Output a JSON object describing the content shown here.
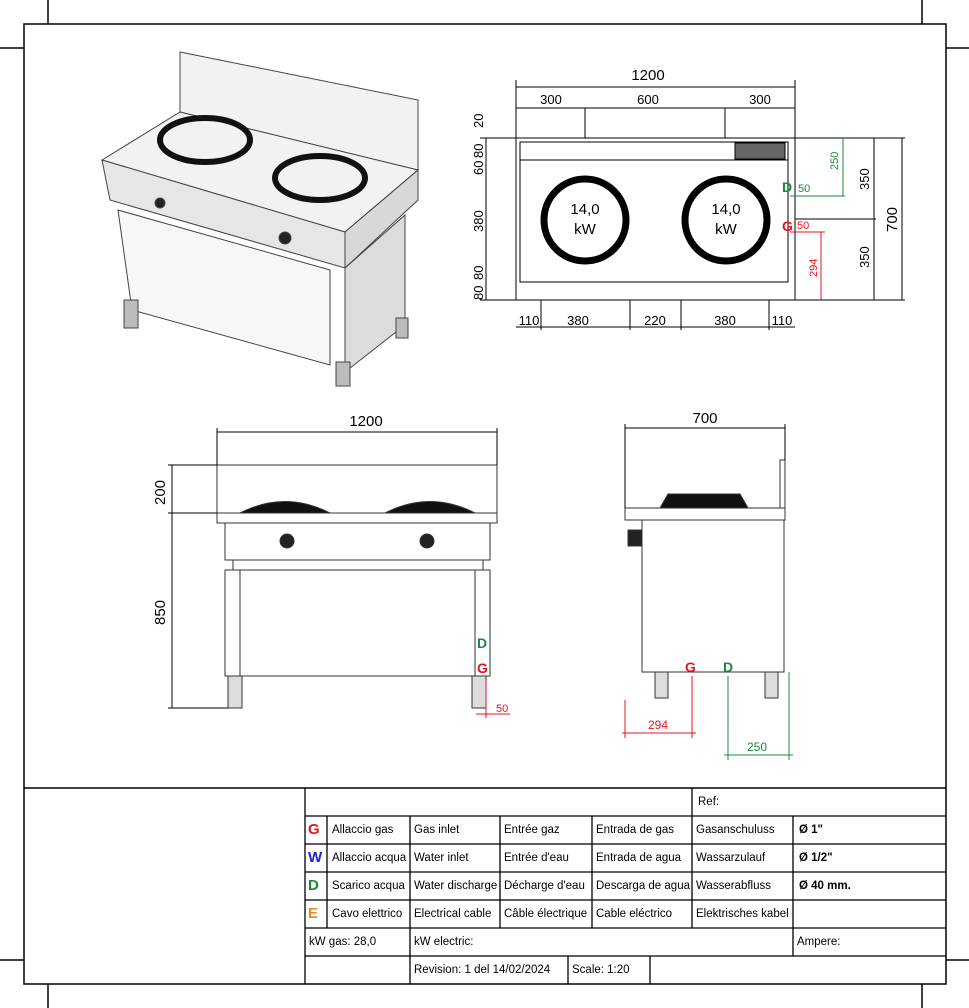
{
  "drawing": {
    "top_view": {
      "width_total": "1200",
      "top_segments": [
        "300",
        "600",
        "300"
      ],
      "bottom_segments": [
        "110",
        "380",
        "220",
        "380",
        "110"
      ],
      "left_segments": [
        "20",
        "80",
        "60",
        "380",
        "80",
        "80"
      ],
      "right_depth": "700",
      "right_halves": [
        "350",
        "350"
      ],
      "burner_label": [
        "14,0",
        "kW"
      ],
      "drain_label": "D",
      "drain_offset": "50",
      "drain_depth": "250",
      "gas_label": "G",
      "gas_offset": "50",
      "gas_depth": "294"
    },
    "front_view": {
      "width": "1200",
      "backsplash_height": "200",
      "body_height": "850",
      "drain_label": "D",
      "gas_label": "G",
      "offset": "50"
    },
    "side_view": {
      "depth": "700",
      "gas_label": "G",
      "drain_label": "D",
      "gas_depth": "294",
      "drain_depth": "250"
    },
    "colors": {
      "gas": "#e8141c",
      "water": "#1a22d6",
      "drain": "#1a8a3a",
      "electric": "#f08a1c"
    }
  },
  "title_block": {
    "ref_label": "Ref:",
    "rows": [
      {
        "symbol": "G",
        "color": "#e8141c",
        "it": "Allaccio gas",
        "en": "Gas inlet",
        "fr": "Entrée gaz",
        "es": "Entrada de gas",
        "de": "Gasanschuluss",
        "size": "Ø 1\""
      },
      {
        "symbol": "W",
        "color": "#1a22d6",
        "it": "Allaccio acqua",
        "en": "Water inlet",
        "fr": "Entrée d'eau",
        "es": "Entrada de agua",
        "de": "Wassarzulauf",
        "size": "Ø 1/2\""
      },
      {
        "symbol": "D",
        "color": "#1a8a3a",
        "it": "Scarico acqua",
        "en": "Water discharge",
        "fr": "Décharge d'eau",
        "es": "Descarga de agua",
        "de": "Wasserabfluss",
        "size": "Ø 40 mm."
      },
      {
        "symbol": "E",
        "color": "#f08a1c",
        "it": "Cavo elettrico",
        "en": "Electrical cable",
        "fr": "Câble électrique",
        "es": "Cable eléctrico",
        "de": "Elektrisches kabel",
        "size": ""
      }
    ],
    "kw_gas": "kW gas: 28,0",
    "kw_electric": "kW electric:",
    "ampere": "Ampere:",
    "revision": "Revision:  1   del  14/02/2024",
    "scale": "Scale:  1:20"
  }
}
